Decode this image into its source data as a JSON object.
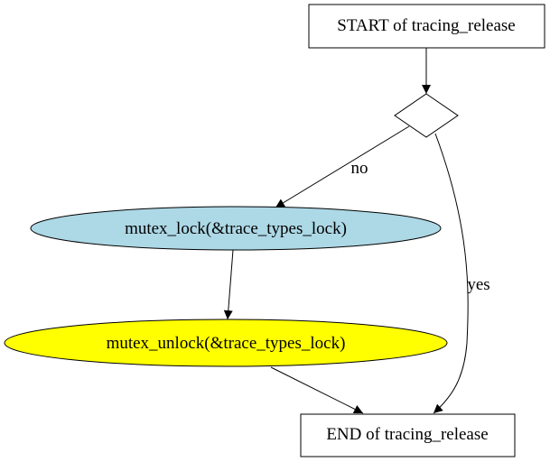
{
  "nodes": {
    "start": {
      "label": "START of tracing_release",
      "shape": "box"
    },
    "decision": {
      "label": "",
      "shape": "diamond"
    },
    "lock": {
      "label": "mutex_lock(&trace_types_lock)",
      "shape": "ellipse",
      "fill": "#add8e6"
    },
    "unlock": {
      "label": "mutex_unlock(&trace_types_lock)",
      "shape": "ellipse",
      "fill": "#ffff00"
    },
    "end": {
      "label": "END of tracing_release",
      "shape": "box"
    }
  },
  "edges": {
    "no_label": "no",
    "yes_label": "yes"
  },
  "colors": {
    "stroke": "#000000",
    "background": "#ffffff"
  }
}
